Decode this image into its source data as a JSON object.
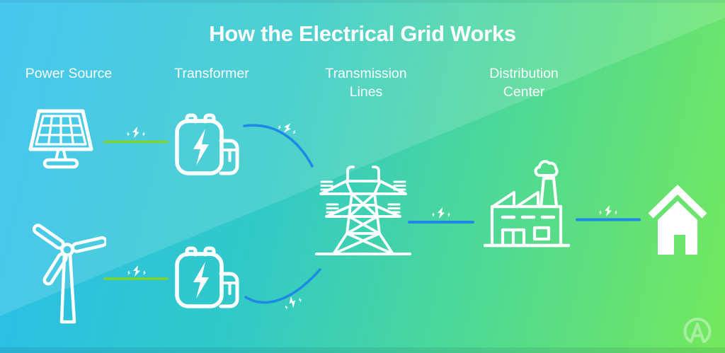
{
  "title": "How the Electrical Grid Works",
  "stages": [
    {
      "id": "power-source",
      "label": "Power Source",
      "icons": [
        "solar-panel",
        "wind-turbine"
      ]
    },
    {
      "id": "transformer",
      "label": "Transformer",
      "icons": [
        "transformer-battery",
        "transformer-battery"
      ]
    },
    {
      "id": "transmission-lines",
      "label": "Transmission Lines",
      "icons": [
        "transmission-tower"
      ]
    },
    {
      "id": "distribution-center",
      "label": "Distribution Center",
      "icons": [
        "factory-building"
      ]
    },
    {
      "id": "homes",
      "label": "",
      "icons": [
        "house"
      ]
    }
  ],
  "connections": [
    {
      "from": "solar-panel",
      "to": "transformer-top",
      "style": "green-line",
      "marker": "lightning-bolts"
    },
    {
      "from": "wind-turbine",
      "to": "transformer-bottom",
      "style": "green-line",
      "marker": "lightning-bolts"
    },
    {
      "from": "transformer-top",
      "to": "transmission-tower",
      "style": "blue-curve",
      "marker": "lightning-bolts"
    },
    {
      "from": "transformer-bottom",
      "to": "transmission-tower",
      "style": "blue-curve",
      "marker": "lightning-bolts"
    },
    {
      "from": "transmission-tower",
      "to": "distribution-center",
      "style": "blue-line",
      "marker": "lightning-bolts"
    },
    {
      "from": "distribution-center",
      "to": "house",
      "style": "blue-line",
      "marker": "lightning-bolts"
    }
  ],
  "watermark_icon": "a-circle-logo",
  "colors": {
    "gradient_start": "#29bdee",
    "gradient_teal": "#31c9c8",
    "gradient_green": "#4fd994",
    "gradient_end": "#74e85c",
    "diagonal_highlight": "rgba(255,255,255,0.14)",
    "green_connector": "#7fd32b",
    "blue_connector": "#1e88e5",
    "icon_color": "#ffffff"
  }
}
